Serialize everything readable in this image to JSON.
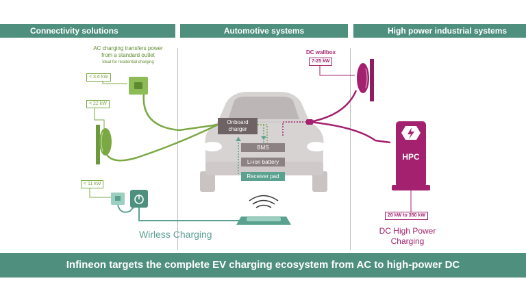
{
  "headers": {
    "left": "Connectivity solutions",
    "middle": "Automotive systems",
    "right": "High power industrial systems"
  },
  "ac_note": {
    "line1": "AC charging transfers power",
    "line2": "from a standard outlet",
    "line3": "Ideal for residential charging"
  },
  "power_tags": {
    "outlet": "< 3.6 kW",
    "ac_wallbox": "< 22 kW",
    "wireless": "< 11 kW",
    "dc_wallbox": "7-25 kW",
    "hpc": "20 kW to 350 kW"
  },
  "dc_wallbox_label": "DC wallbox",
  "car_components": {
    "onboard_charger_line1": "Onboard",
    "onboard_charger_line2": "charger",
    "bms": "BMS",
    "battery": "Li-ion battery",
    "receiver_pad": "Receiver pad"
  },
  "hpc_label": "HPC",
  "wireless_label": "Wirless Charging",
  "dc_hpc_label": {
    "line1": "DC High Power",
    "line2": "Charging"
  },
  "footer": "Infineon targets the complete EV charging ecosystem from AC to high-power DC",
  "colors": {
    "header": "#4e8f7d",
    "green": "#7aa843",
    "magenta": "#a3216e",
    "teal": "#5aa190",
    "car_gray": "#d8d3d3"
  }
}
